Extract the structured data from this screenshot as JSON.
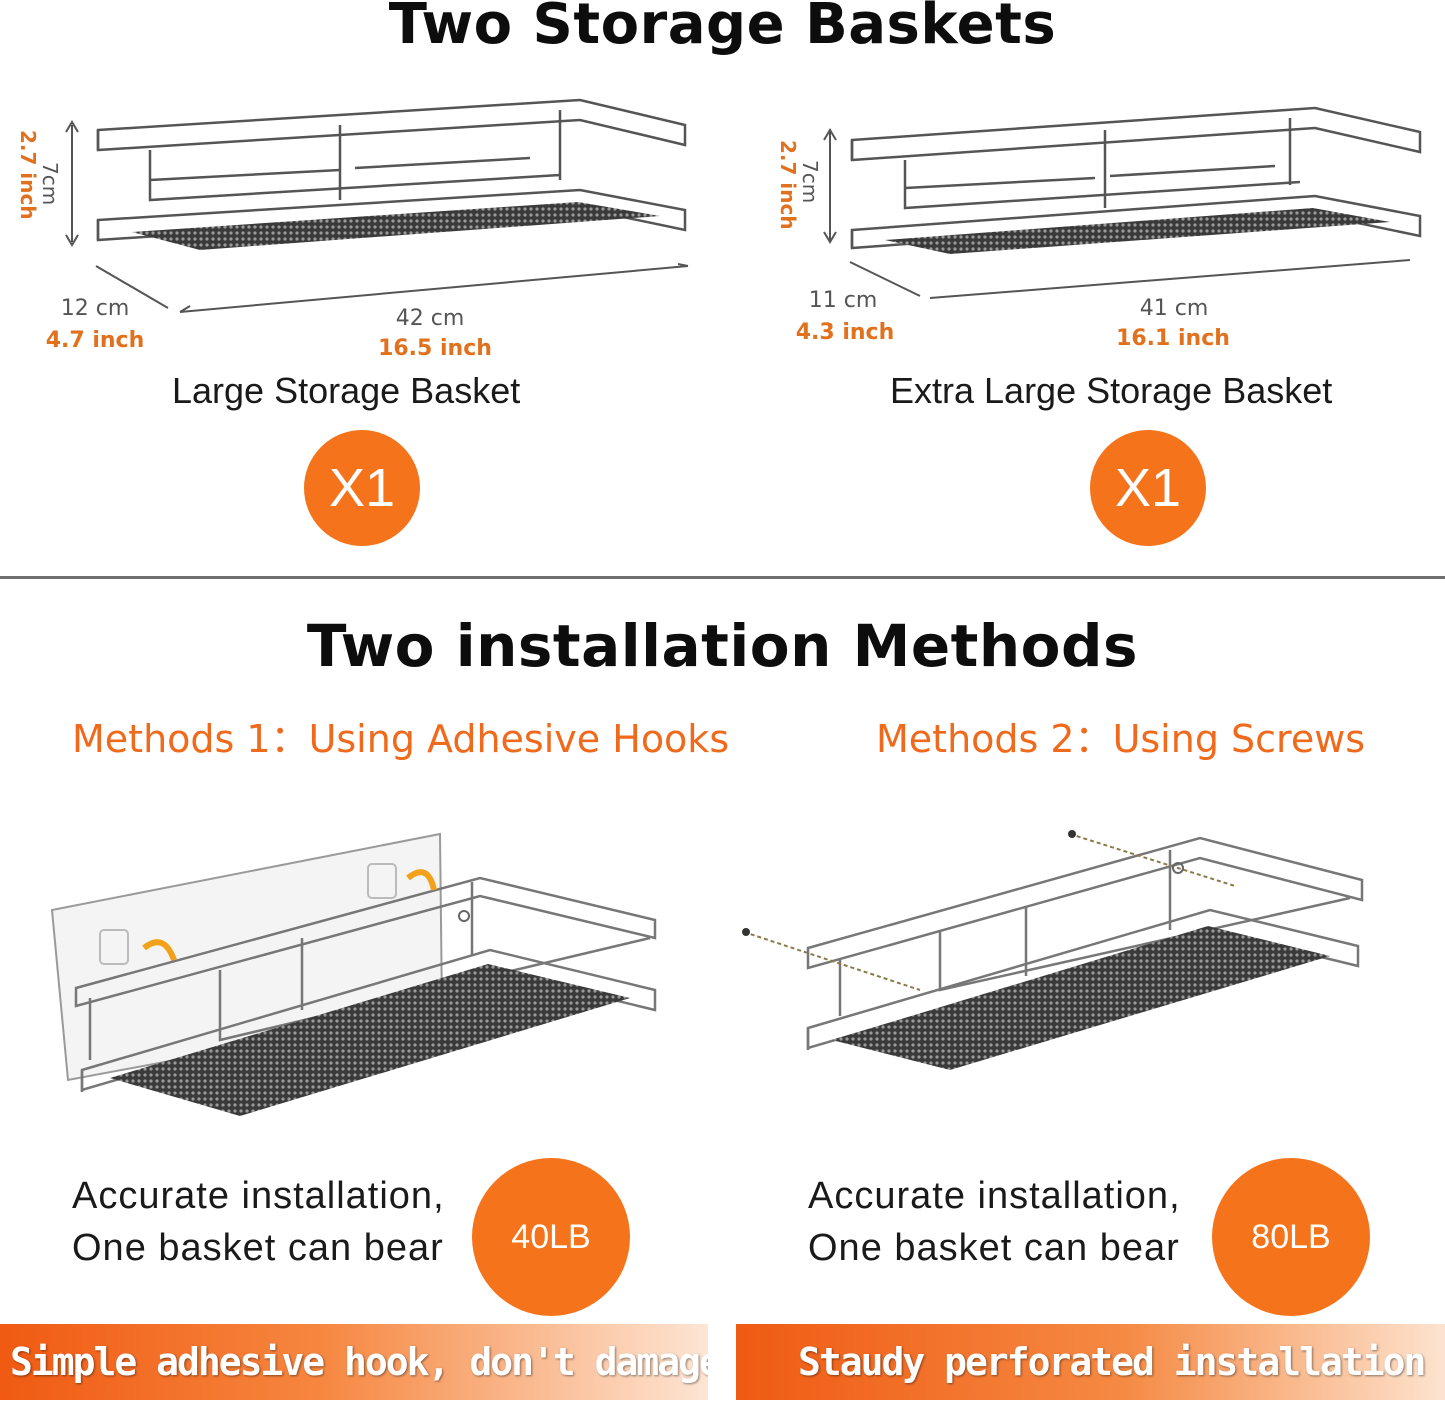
{
  "top": {
    "title": "Two Storage Baskets",
    "large": {
      "height_cm": "7cm",
      "height_in": "2.7 inch",
      "depth_cm": "12 cm",
      "depth_in": "4.7 inch",
      "width_cm": "42 cm",
      "width_in": "16.5 inch",
      "name": "Large Storage Basket",
      "qty": "X1"
    },
    "xlarge": {
      "height_cm": "7cm",
      "height_in": "2.7 inch",
      "depth_cm": "11 cm",
      "depth_in": "4.3 inch",
      "width_cm": "41 cm",
      "width_in": "16.1 inch",
      "name": "Extra Large Storage Basket",
      "qty": "X1"
    }
  },
  "bottom": {
    "title": "Two installation Methods",
    "method1": {
      "heading": "Methods 1：Using Adhesive Hooks",
      "line1": "Accurate installation,",
      "line2": "One basket can bear",
      "load": "40LB",
      "banner": "Simple adhesive hook, don't damage wall"
    },
    "method2": {
      "heading": "Methods 2：Using Screws",
      "line1": "Accurate installation,",
      "line2": "One basket can bear",
      "load": "80LB",
      "banner": "Staudy perforated installation"
    }
  },
  "colors": {
    "accent": "#f5731b",
    "heading_orange": "#ef6a1c",
    "divider": "#6f6f6f"
  }
}
